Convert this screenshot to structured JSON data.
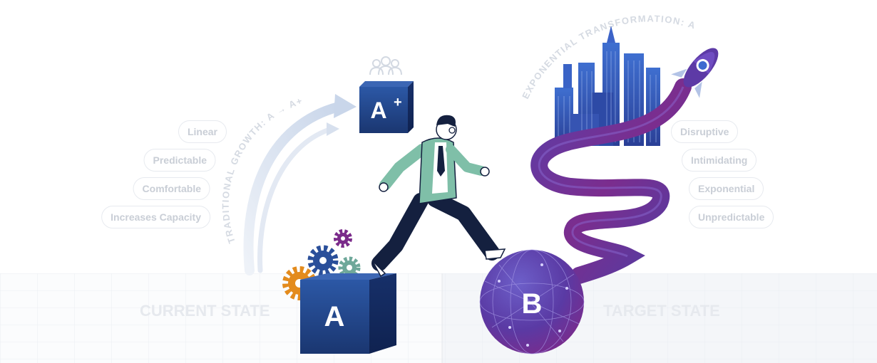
{
  "left_tags": [
    "Linear",
    "Predictable",
    "Comfortable",
    "Increases Capacity"
  ],
  "right_tags": [
    "Disruptive",
    "Intimidating",
    "Exponential",
    "Unpredictable"
  ],
  "traditional_label": "TRADITIONAL GROWTH: A → A+",
  "exponential_label": "EXPONENTIAL TRANSFORMATION: A → B",
  "current_state": "CURRENT STATE",
  "target_state": "TARGET STATE",
  "box_a_label": "A",
  "box_aplus_label": "A",
  "box_aplus_sup": "+",
  "sphere_b_label": "B",
  "colors": {
    "navy": "#1f3f7d",
    "navy_dark": "#142c5c",
    "purple": "#6a2a8a",
    "suit": "#7fbfa8",
    "pants": "#14203f",
    "gear_orange": "#e38b1d",
    "gear_blue": "#2a4f9a",
    "gear_green": "#6fa89a",
    "gear_purple": "#7a2a8a"
  }
}
